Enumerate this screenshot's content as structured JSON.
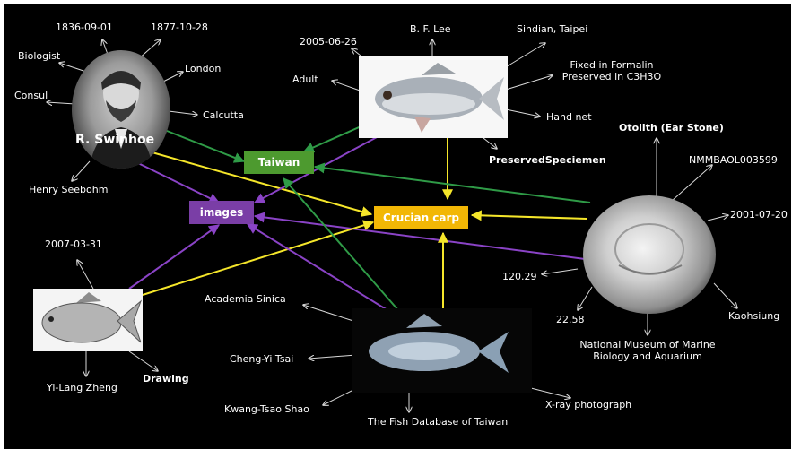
{
  "hubs": {
    "taiwan": "Taiwan",
    "images": "images",
    "crucian_carp": "Crucian carp"
  },
  "colors": {
    "background": "#000000",
    "taiwan": "#4d9a2f",
    "images": "#7a3ea6",
    "crucian_carp": "#f2b705",
    "edge_green": "#2f9b47",
    "edge_purple": "#8a43c6",
    "edge_yellow": "#f5e62a",
    "edge_gray": "#d8d8d8"
  },
  "swinhoe": {
    "name": "R. Swinhoe",
    "birth": "1836-09-01",
    "death": "1877-10-28",
    "occupation1": "Biologist",
    "occupation2": "Consul",
    "place1": "London",
    "place2": "Calcutta",
    "associate": "Henry Seebohm"
  },
  "specimen": {
    "date": "2005-06-26",
    "collector": "B. F. Lee",
    "locality": "Sindian, Taipei",
    "preservation": "Fixed in Formalin\nPreserved in C3H3O",
    "method": "Hand net",
    "stage": "Adult",
    "type": "PreservedSpeciemen"
  },
  "otolith": {
    "title": "Otolith (Ear Stone)",
    "catalog": "NMMBAOL003599",
    "date": "2001-07-20",
    "longitude": "120.29",
    "latitude": "22.58",
    "place": "Kaohsiung",
    "institution": "National Museum of Marine\nBiology and Aquarium"
  },
  "drawing": {
    "date": "2007-03-31",
    "artist": "Yi-Lang Zheng",
    "type": "Drawing"
  },
  "xray": {
    "institution": "Academia Sinica",
    "person1": "Cheng-Yi Tsai",
    "person2": "Kwang-Tsao Shao",
    "database": "The Fish Database of Taiwan",
    "type": "X-ray photograph"
  }
}
